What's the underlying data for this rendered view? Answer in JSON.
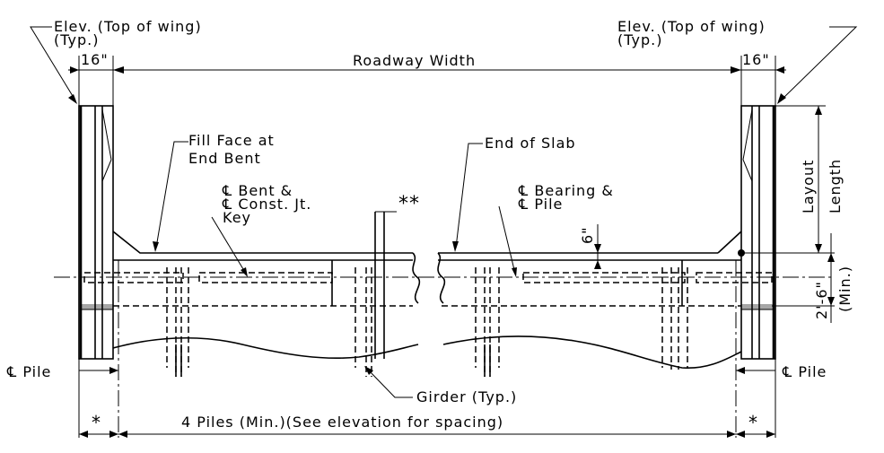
{
  "labels": {
    "elev_left_1": "Elev. (Top of wing)",
    "elev_left_2": "(Typ.)",
    "elev_right_1": "Elev. (Top of wing)",
    "elev_right_2": "(Typ.)",
    "dim_16_left": "16\"",
    "dim_16_right": "16\"",
    "roadway_width": "Roadway Width",
    "fill_face_1": "Fill Face at",
    "fill_face_2": "End Bent",
    "bent_1": "℄ Bent &",
    "bent_2": "℄ Const. Jt.",
    "bent_3": "Key",
    "double_star": "**",
    "end_of_slab": "End of Slab",
    "bearing_1": "℄ Bearing &",
    "bearing_2": "℄ Pile",
    "dim_6": "6\"",
    "layout_length_1": "Layout",
    "layout_length_2": "Length",
    "dim_2_6": "2'-6\"",
    "min_label": "(Min.)",
    "pile_left": "℄ Pile",
    "pile_right": "℄ Pile",
    "girder": "Girder (Typ.)",
    "star_left": "*",
    "star_right": "*",
    "piles_note": "4 Piles (Min.)(See elevation for spacing)"
  }
}
